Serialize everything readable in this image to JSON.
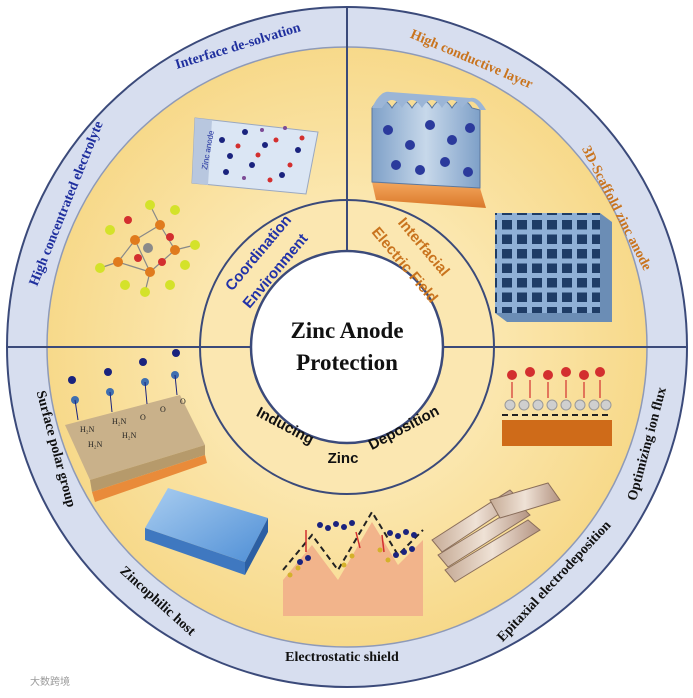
{
  "center": {
    "line1": "Zinc Anode",
    "line2": "Protection"
  },
  "middle_ring": {
    "coordination_line1": "Coordination",
    "coordination_line2": "Environment",
    "interfacial_line1": "Interfacial",
    "interfacial_line2": "Electric Field",
    "inducing": "Inducing",
    "zinc": "Zinc",
    "deposition": "Deposition"
  },
  "outer_ring": {
    "interface_desolvation": "Interface de-solvation",
    "high_concentrated_electrolyte": "High concentrated electrolyte",
    "high_conductive_layer": "High conductive layer",
    "scaffold_zinc_anode": "3D-Scaffold zinc anode",
    "optimizing_ion_flux": "Optimizing ion flux",
    "epitaxial_electrodeposition": "Epitaxial electrodeposition",
    "electrostatic_shield": "Electrostatic shield",
    "zincophilic_host": "Zincophilic host",
    "surface_polar_group": "Surface polar group"
  },
  "illustrations": {
    "zinc_anode_label": "Zinc anode",
    "polar_groups": [
      "H₂N",
      "H₂N",
      "H₂N",
      "H₂N",
      "O",
      "O",
      "O"
    ]
  },
  "colors": {
    "outer_ring": "#d7deef",
    "sector_fill": "#fbe5a7",
    "inner_ring": "#ffffff",
    "blue_text": "#1f2f9e",
    "orange_text": "#c9741e",
    "zinc_orange": "#e98b3a"
  },
  "watermark": "大数跨境"
}
